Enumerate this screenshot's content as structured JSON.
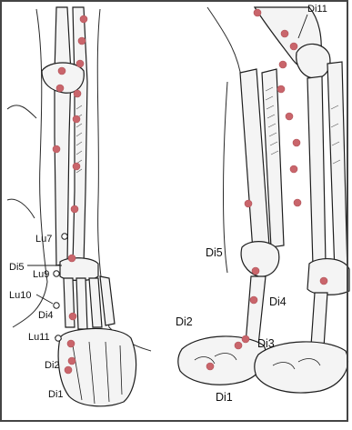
{
  "diagram": {
    "colors": {
      "point": "#c9656b",
      "open_point": "#ffffff",
      "line": "#2a2a2a",
      "label": "#111111",
      "frame": "#444444",
      "background": "#ffffff"
    },
    "labels": {
      "di11": "Di11",
      "lu7": "Lu7",
      "di5_left": "Di5",
      "lu9": "Lu9",
      "lu10": "Lu10",
      "di4_left": "Di4",
      "lu11": "Lu11",
      "di2_left": "Di2",
      "di1_left": "Di1",
      "di5_right": "Di5",
      "di4_right": "Di4",
      "di2_right": "Di2",
      "di3_right": "Di3",
      "di1_right": "Di1"
    }
  }
}
